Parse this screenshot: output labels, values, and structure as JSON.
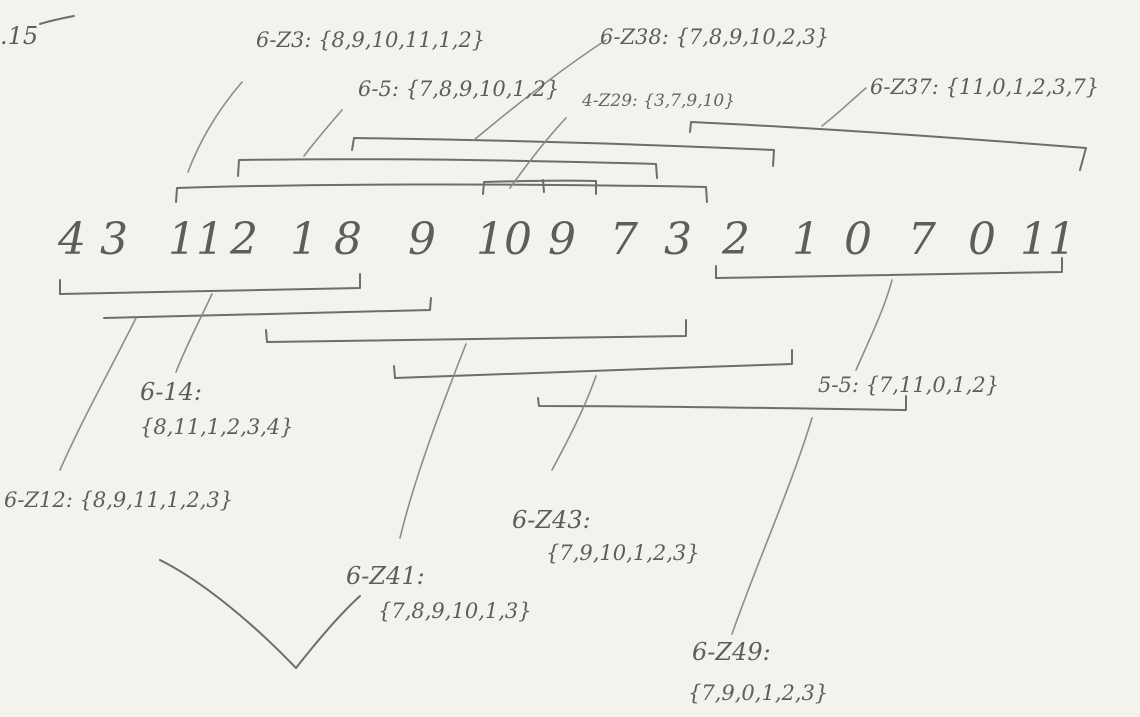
{
  "corner_mark": ".15",
  "sequence": [
    "4",
    "3",
    "11",
    "2",
    "1",
    "8",
    "9",
    "10",
    "9",
    "7",
    "3",
    "2",
    "1",
    "0",
    "7",
    "0",
    "11"
  ],
  "labels": {
    "z3": "6-Z3: {8,9,10,11,1,2}",
    "s5": "6-5: {7,8,9,10,1,2}",
    "z38": "6-Z38: {7,8,9,10,2,3}",
    "z29": "4-Z29: {3,7,9,10}",
    "z37": "6-Z37: {11,0,1,2,3,7}",
    "s14_name": "6-14:",
    "s14_set": "{8,11,1,2,3,4}",
    "z12": "6-Z12: {8,9,11,1,2,3}",
    "z43_name": "6-Z43:",
    "z43_set": "{7,9,10,1,2,3}",
    "z41_name": "6-Z41:",
    "z41_set": "{7,8,9,10,1,3}",
    "p5": "5-5: {7,11,0,1,2}",
    "z49_name": "6-Z49:",
    "z49_set": "{7,9,0,1,2,3}"
  }
}
